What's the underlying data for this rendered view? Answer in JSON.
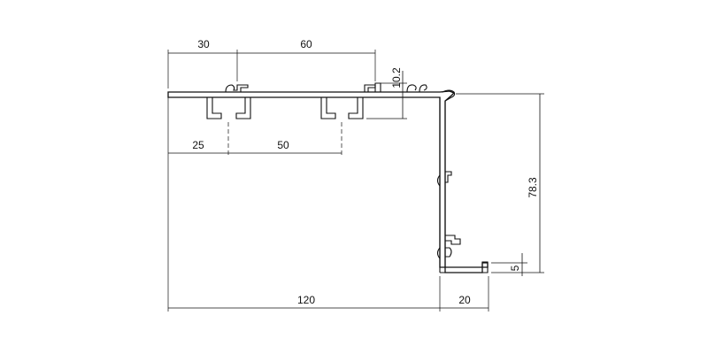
{
  "dimensions": {
    "top_width_30": "30",
    "top_width_60": "60",
    "flange_height": "10.2",
    "lower_width_25": "25",
    "lower_width_50": "50",
    "total_height": "78.3",
    "foot_height": "5",
    "total_width": "120",
    "foot_width": "20"
  },
  "colors": {
    "line": "#111111",
    "background": "#ffffff"
  }
}
